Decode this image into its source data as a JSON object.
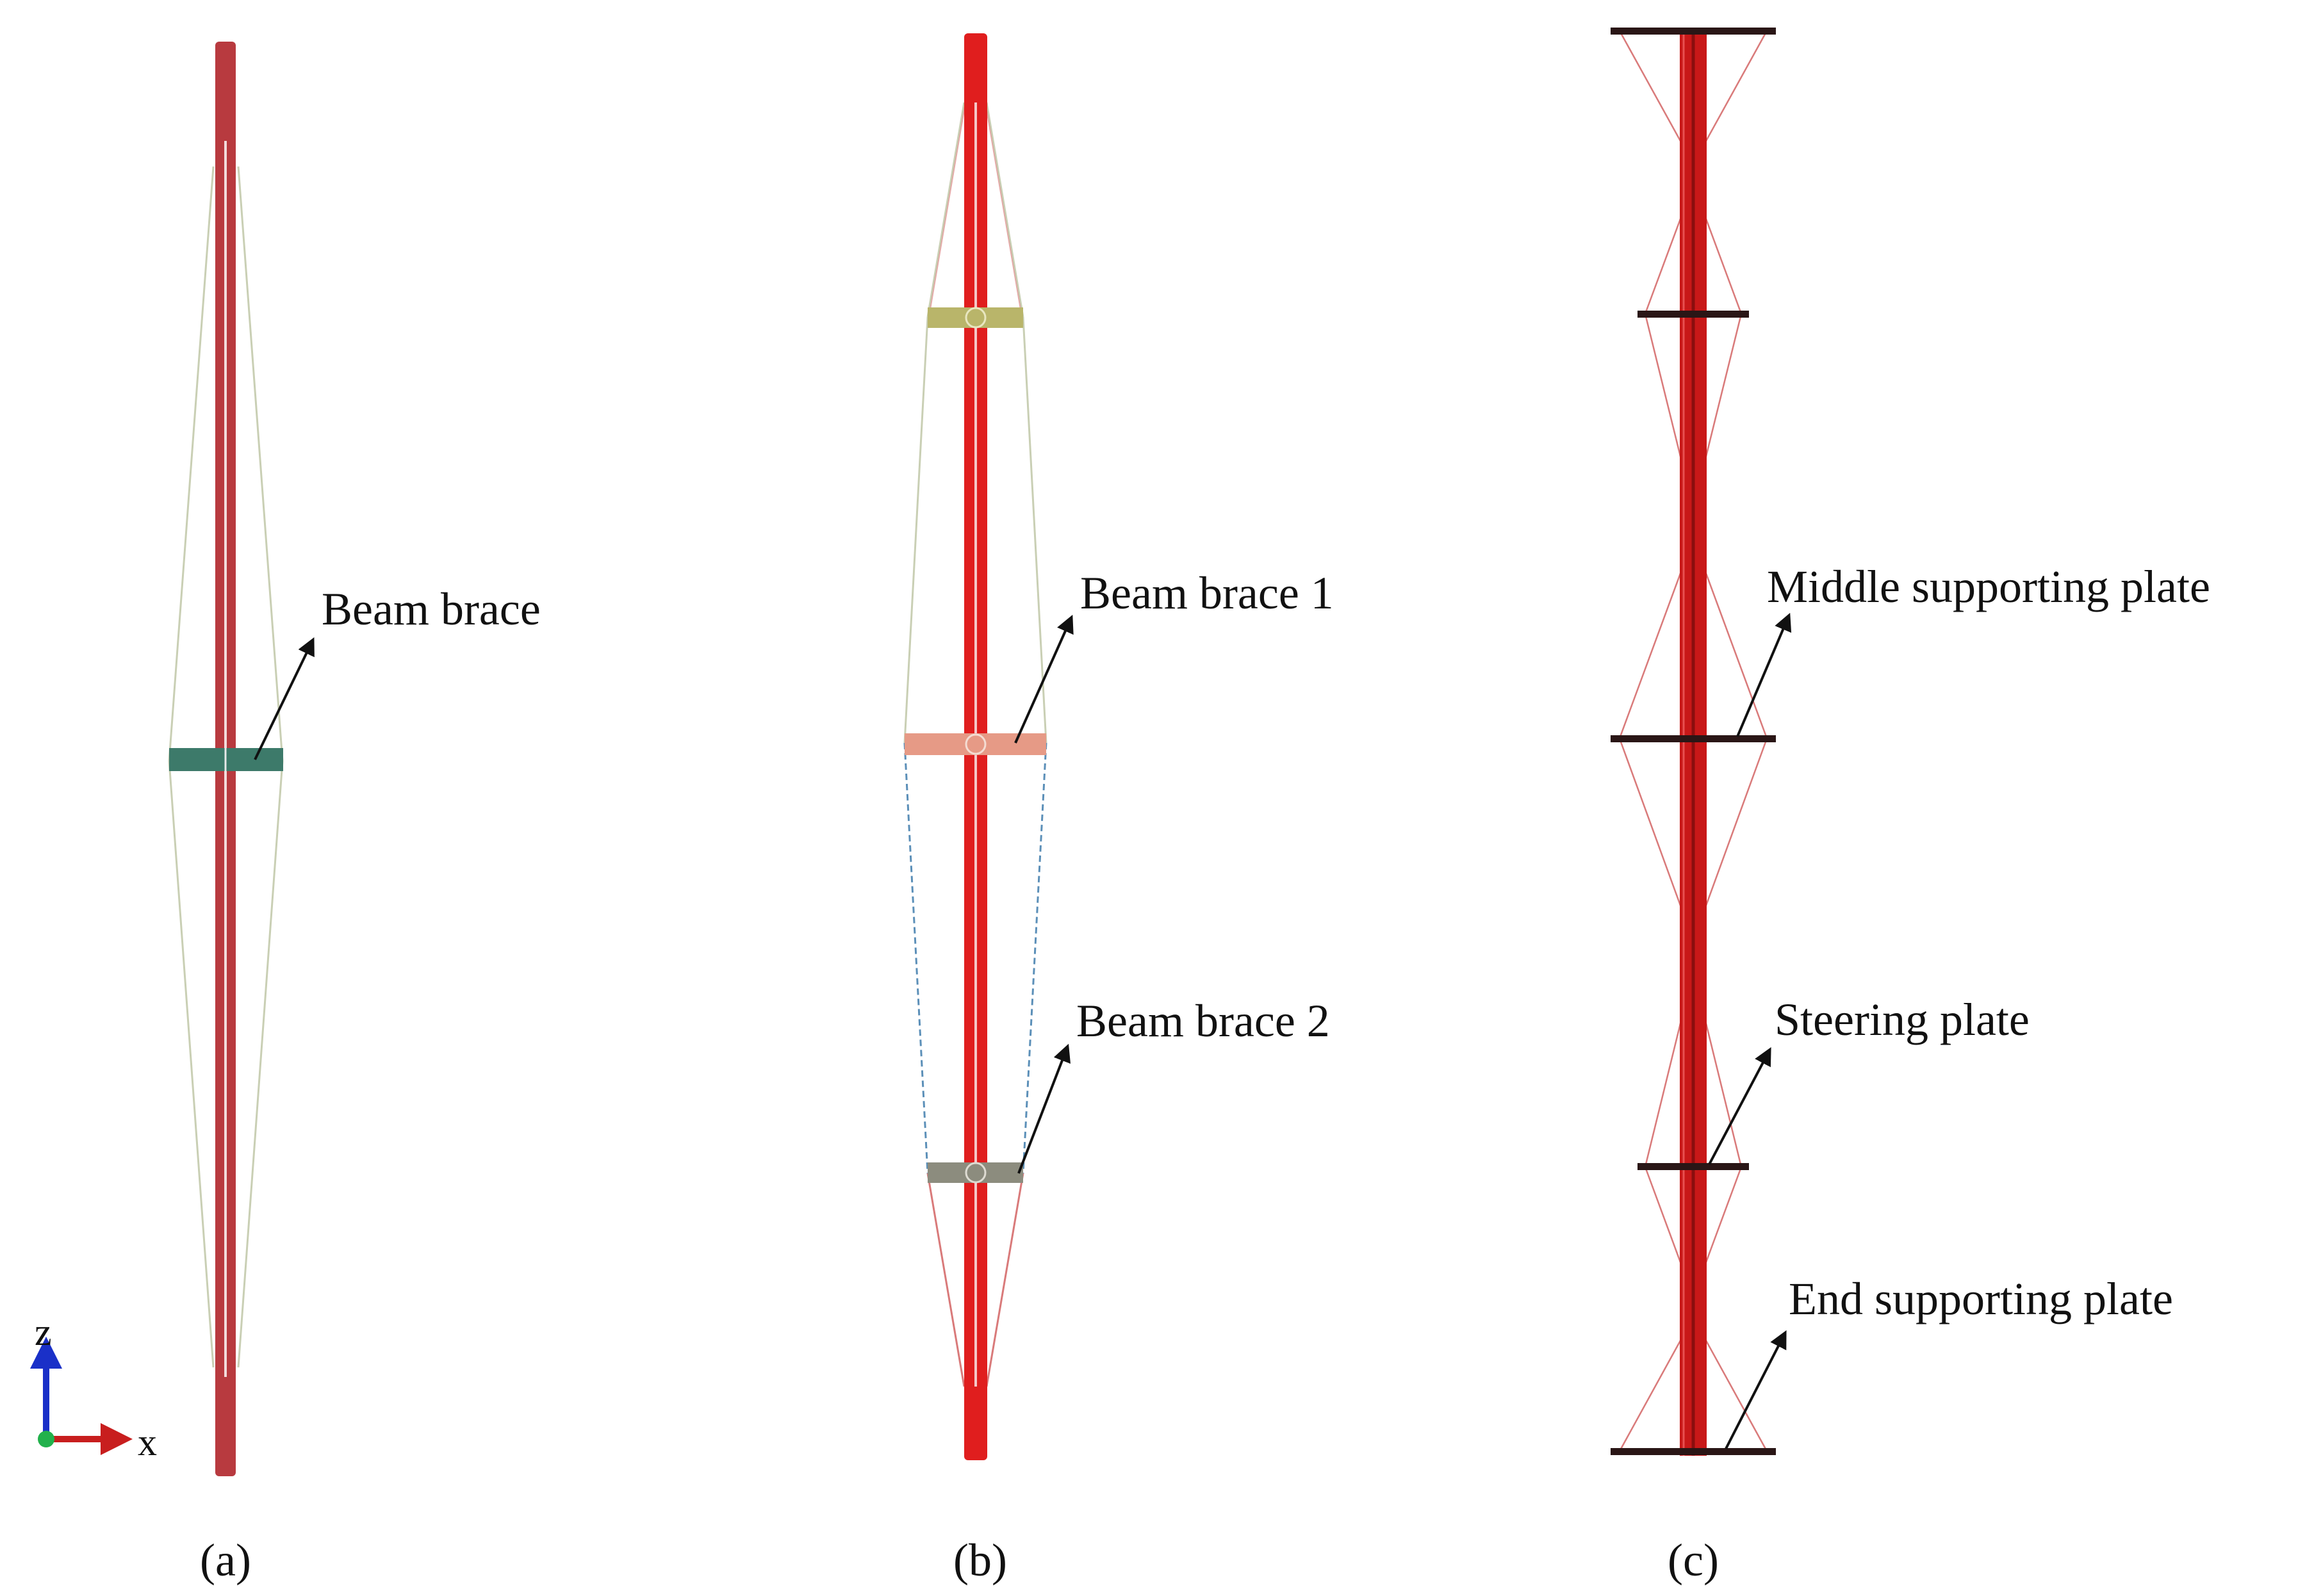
{
  "colors": {
    "column_dark_red": "#b83a3f",
    "column_red": "#e01e1e",
    "column_c": "#c81818",
    "cable_pale": "#c9cfb4",
    "cable_red": "#d97a7a",
    "cable_blue": "#5b8fb8",
    "brace_green": "#3d7a6a",
    "brace_olive": "#b9b56a",
    "brace_salmon": "#e69a86",
    "brace_gray": "#8c8c7e",
    "plate_dark": "#2a1616",
    "axis_z": "#1a30c8",
    "axis_x": "#c81e1e",
    "axis_origin": "#22b14c"
  },
  "axes": {
    "z_label": "z",
    "x_label": "x"
  },
  "panel_a": {
    "caption": "(a)",
    "callout": "Beam brace"
  },
  "panel_b": {
    "caption": "(b)",
    "callout_1": "Beam brace 1",
    "callout_2": "Beam brace 2"
  },
  "panel_c": {
    "caption": "(c)",
    "callout_middle": "Middle supporting plate",
    "callout_steering": "Steering plate",
    "callout_end": "End supporting plate"
  }
}
